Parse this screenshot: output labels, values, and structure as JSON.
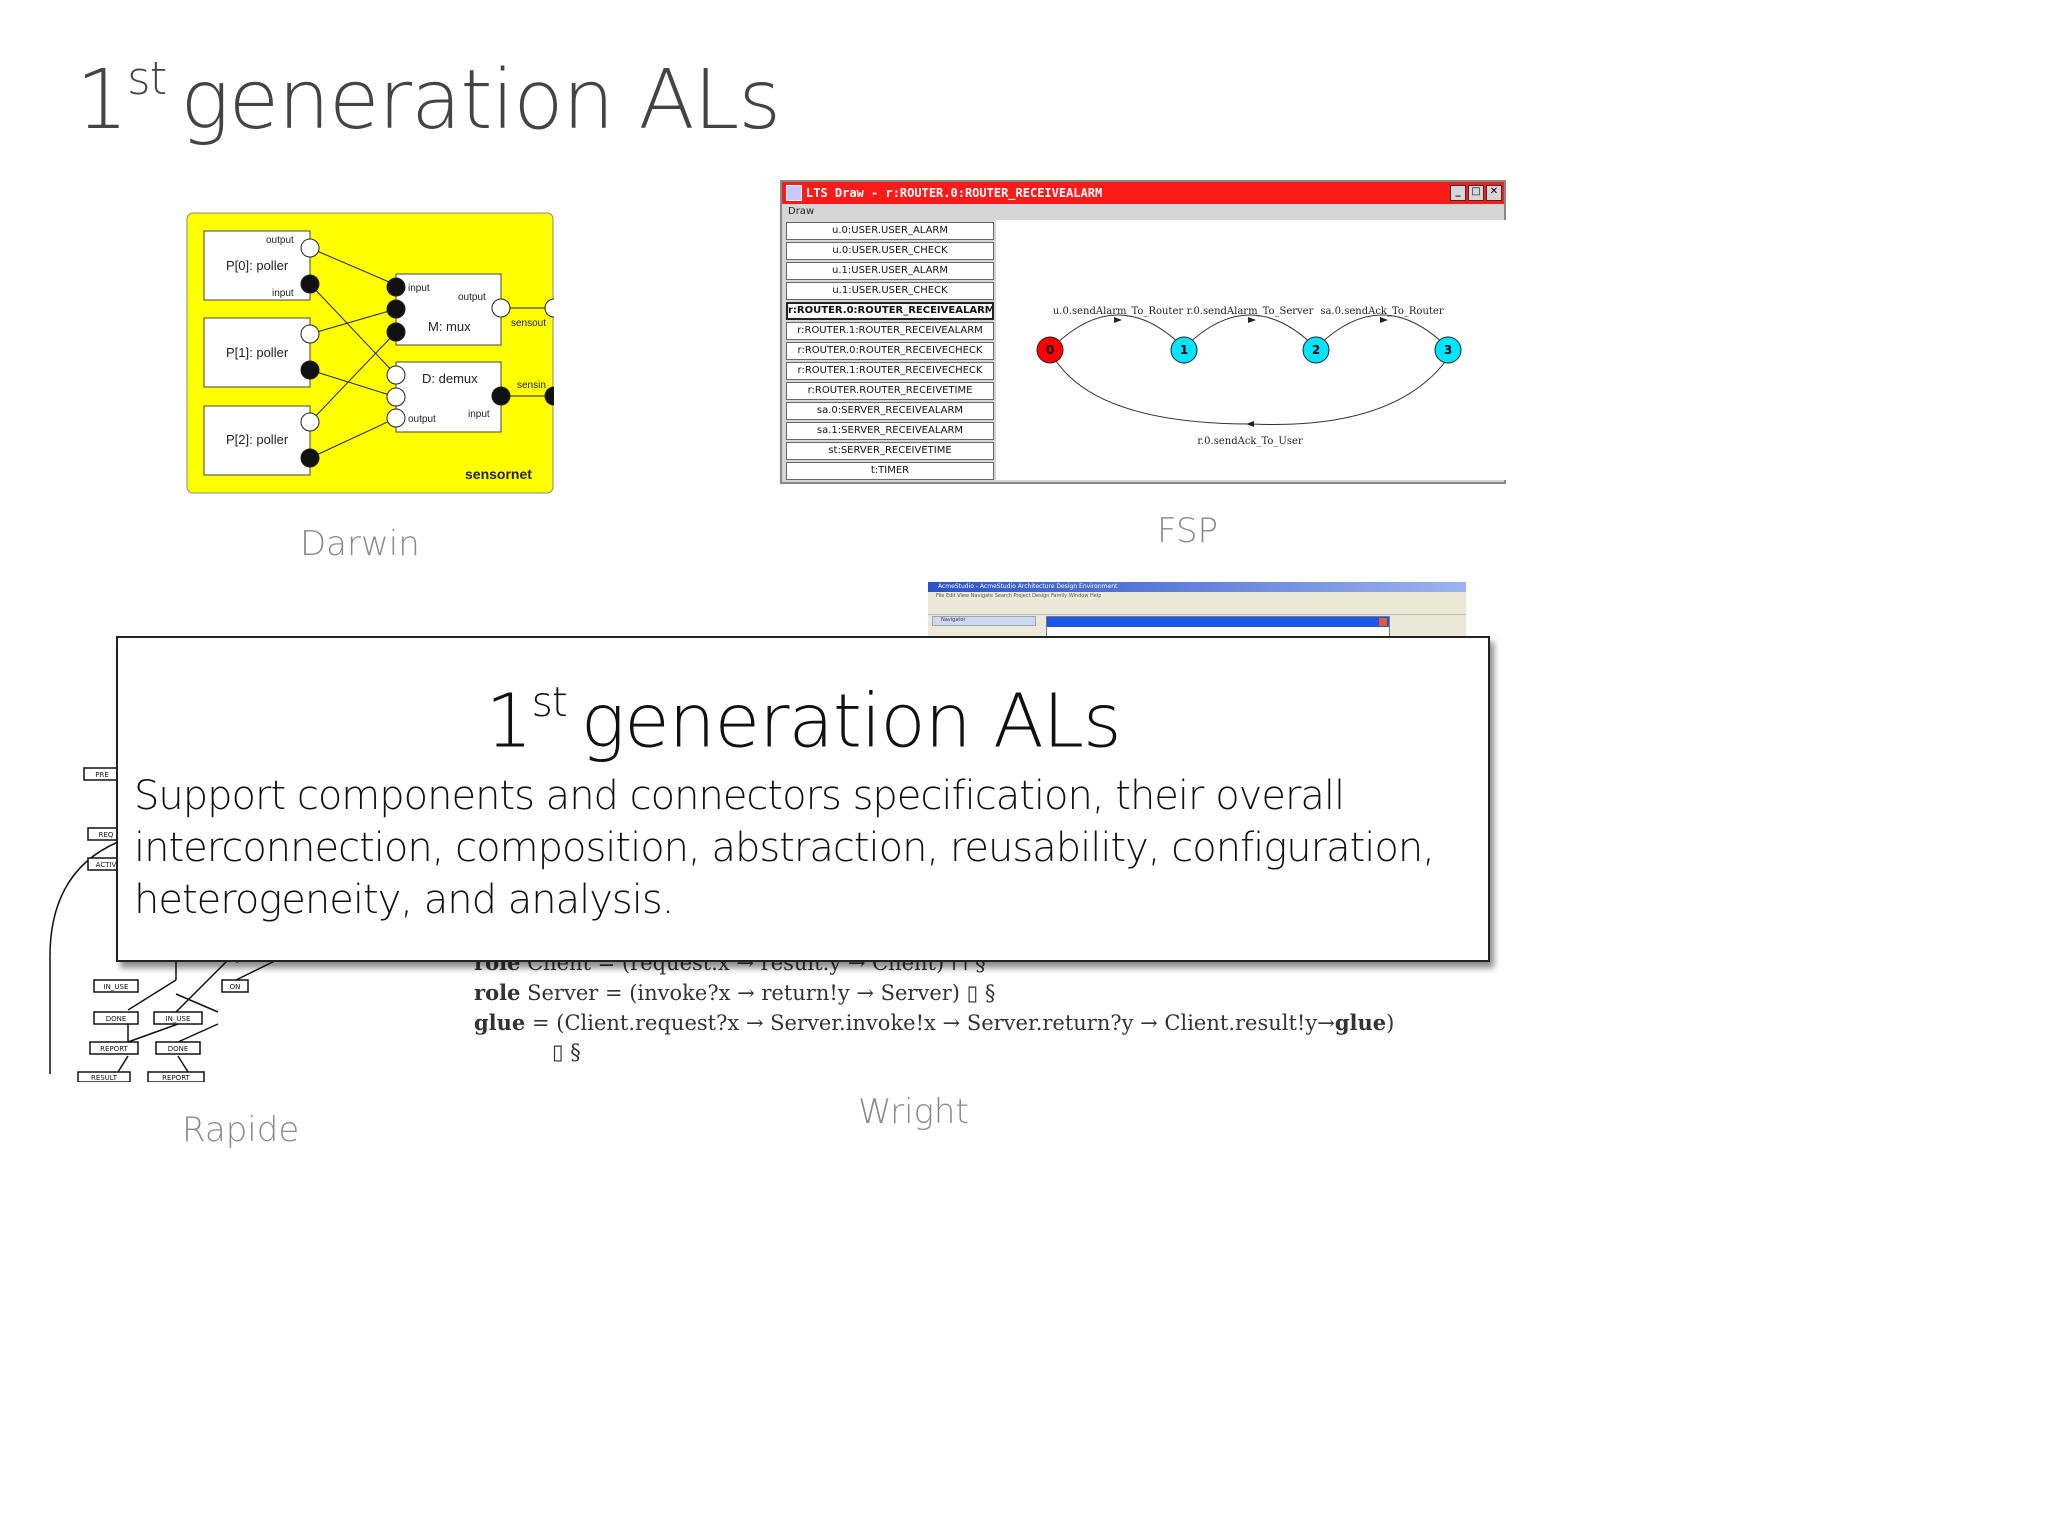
{
  "slide": {
    "title_prefix": "1",
    "title_sup": "st",
    "title_rest": "generation ALs"
  },
  "captions": {
    "darwin": "Darwin",
    "fsp": "FSP",
    "rapide": "Rapide",
    "wright": "Wright"
  },
  "darwin": {
    "components": {
      "p0": "P[0]: poller",
      "p1": "P[1]: poller",
      "p2": "P[2]: poller",
      "mux": "M: mux",
      "demux": "D: demux"
    },
    "ports": {
      "output": "output",
      "input": "input",
      "sensout": "sensout",
      "sensin": "sensin"
    },
    "container": "sensornet",
    "colors": {
      "background": "#ffff00"
    }
  },
  "fsp": {
    "window_title": "LTS Draw - r:ROUTER.0:ROUTER_RECEIVEALARM",
    "menu": "Draw",
    "window_buttons": [
      "_",
      "□",
      "✕"
    ],
    "processes": [
      "u.0:USER.USER_ALARM",
      "u.0:USER.USER_CHECK",
      "u.1:USER.USER_ALARM",
      "u.1:USER.USER_CHECK",
      "r:ROUTER.0:ROUTER_RECEIVEALARM",
      "r:ROUTER.1:ROUTER_RECEIVEALARM",
      "r:ROUTER.0:ROUTER_RECEIVECHECK",
      "r:ROUTER.1:ROUTER_RECEIVECHECK",
      "r:ROUTER.ROUTER_RECEIVETIME",
      "sa.0:SERVER_RECEIVEALARM",
      "sa.1:SERVER_RECEIVEALARM",
      "st:SERVER_RECEIVETIME",
      "t:TIMER"
    ],
    "selected_index": 4,
    "states": [
      "0",
      "1",
      "2",
      "3"
    ],
    "transitions": {
      "t01": "u.0.sendAlarm_To_Router",
      "t12": "r.0.sendAlarm_To_Server",
      "t23": "sa.0.sendAck_To_Router",
      "t30": "r.0.sendAck_To_User"
    },
    "colors": {
      "titlebar": "#ff1a1a",
      "initial_state": "#ff0000",
      "state": "#00e5ff"
    }
  },
  "acme": {
    "window_title": "AcmeStudio - AcmeStudio Architecture Design Environment",
    "menu": "File  Edit  View  Navigate  Search  Project  Design  Family  Window  Help",
    "nav_tab": "Navigator"
  },
  "rapide": {
    "labels": [
      "PRE",
      "REQ",
      "ACTIV",
      "IN_USE",
      "ON",
      "DONE",
      "IN_USE",
      "REPORT",
      "DONE",
      "RESULT",
      "REPORT"
    ]
  },
  "wright": {
    "line1_kw": "role",
    "line1_text": "Client = (request.x → result.y → Client) ⊓ §",
    "line2_kw": "role",
    "line2_text": "Server = (invoke?x → return!y → Server) ▯ §",
    "line3_kw": "glue",
    "line3_text": "= (Client.request?x → Server.invoke!x → Server.return?y → Client.result!y→",
    "line3_kw2": "glue",
    "line3_end": ")",
    "line4_text": "▯ §"
  },
  "callout": {
    "title_prefix": "1",
    "title_sup": "st",
    "title_rest": "generation ALs",
    "body": "Support components and connectors specification, their overall interconnection, composition, abstraction, reusability, configuration, heterogeneity, and analysis."
  }
}
